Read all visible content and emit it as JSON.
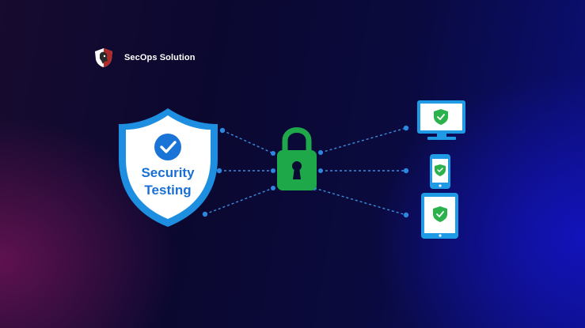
{
  "brand": {
    "name": "SecOps Solution",
    "logo_icon": "shield-logo-icon"
  },
  "shield": {
    "line1": "Security",
    "line2": "Testing",
    "icon": "check-circle-icon"
  },
  "lock": {
    "icon": "padlock-icon"
  },
  "devices": [
    {
      "name": "monitor",
      "icon": "check-shield-icon"
    },
    {
      "name": "phone",
      "icon": "check-shield-icon"
    },
    {
      "name": "tablet",
      "icon": "check-shield-icon"
    }
  ],
  "colors": {
    "accent_blue": "#1e8fe0",
    "lock_green": "#1ea84a",
    "badge_green": "#2bb24c",
    "device_blue": "#1f9be6",
    "connector": "#3b8ee0"
  }
}
